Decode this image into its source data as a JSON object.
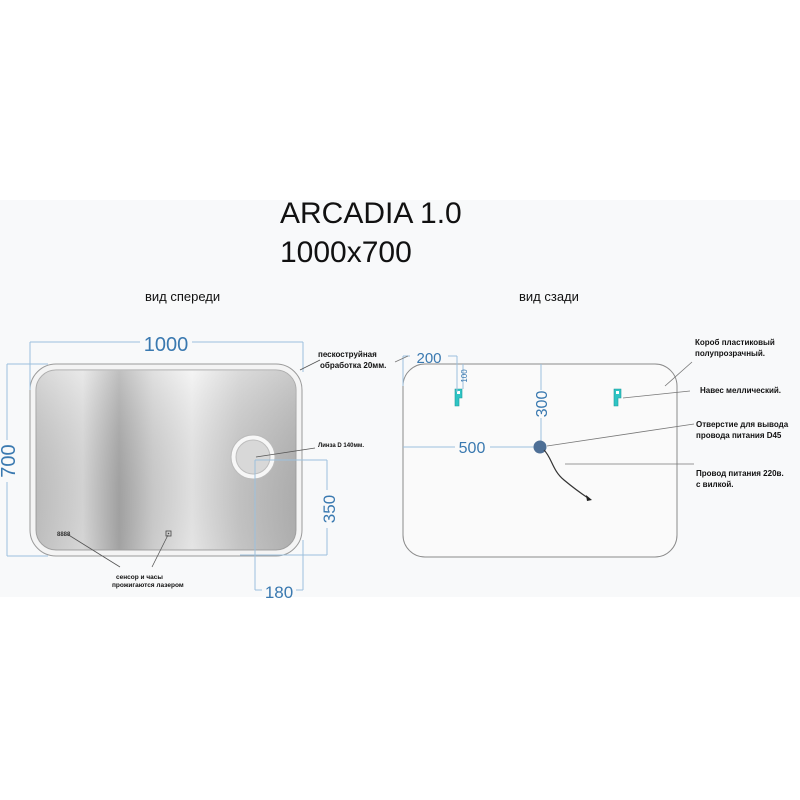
{
  "title": {
    "model": "ARCADIA 1.0",
    "size": "1000x700"
  },
  "front_view": {
    "label": "вид спереди",
    "dimensions": {
      "width": "1000",
      "height": "700",
      "lens_vertical": "350",
      "lens_horizontal": "180"
    },
    "annotations": {
      "sandblast_line1": "пескоструйная",
      "sandblast_line2": "обработка 20мм.",
      "lens": "Линза D 140мм.",
      "sensor_line1": "сенсор и часы",
      "sensor_line2": "прожигаются лазером"
    },
    "clock_display": "8888"
  },
  "back_view": {
    "label": "вид сзади",
    "dimensions": {
      "hanger_offset": "200",
      "hanger_top": "100",
      "hole_vertical": "300",
      "hole_horizontal": "500"
    },
    "annotations": {
      "box_line1": "Короб пластиковый",
      "box_line2": "полупрозрачный.",
      "hanger": "Навес меллический.",
      "hole_line1": "Отверстие для вывода",
      "hole_line2": "провода питания D45",
      "cable_line1": "Провод питания 220в.",
      "cable_line2": "с вилкой."
    }
  },
  "colors": {
    "dimension": "#3a79b0",
    "dimension_line": "#9cc0dd",
    "hanger": "#2ec4c4",
    "hole": "#4e6f96",
    "outline": "#8a8a8a",
    "band": "#f8f9fa"
  }
}
